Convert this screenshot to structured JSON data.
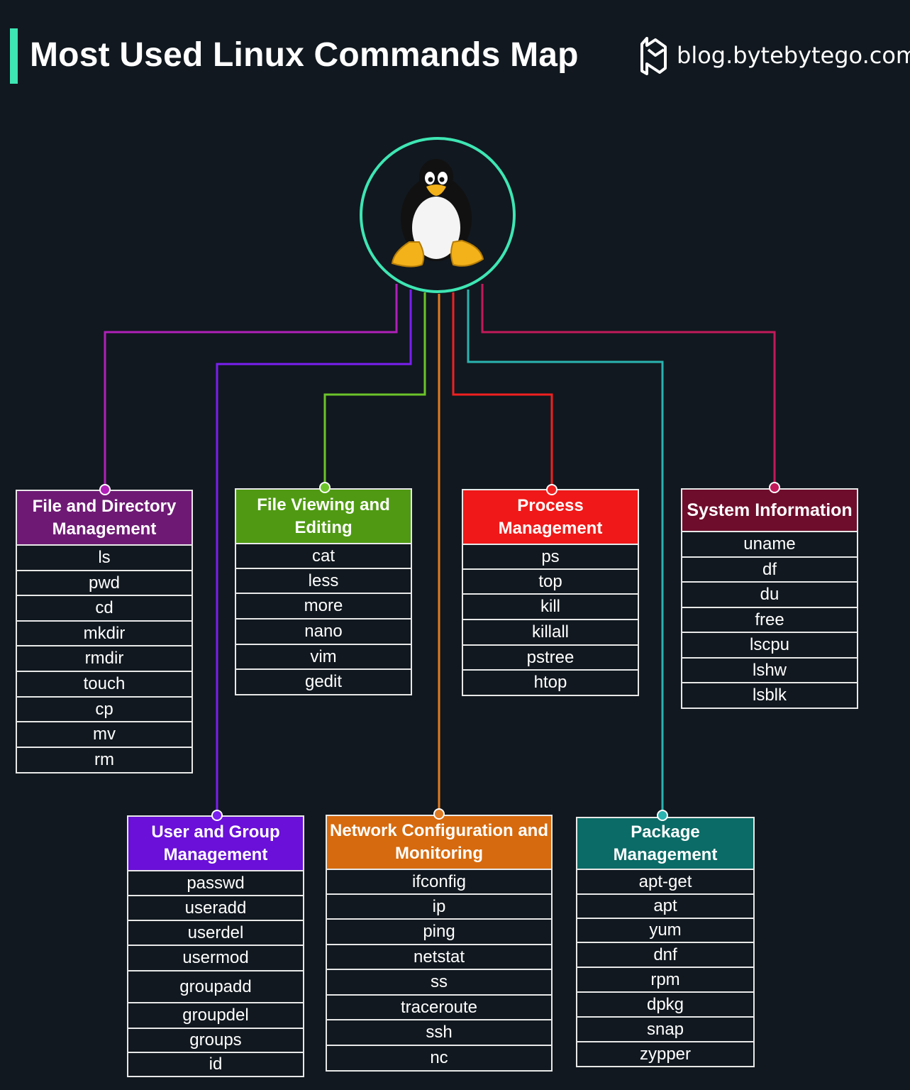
{
  "header": {
    "title": "Most Used Linux Commands Map",
    "brand": "blog.bytebytego.com"
  },
  "hub": {
    "icon": "tux-penguin-icon"
  },
  "categories": [
    {
      "id": "file-dir",
      "title": "File and Directory Management",
      "color": "#6e1a74",
      "items": [
        "ls",
        "pwd",
        "cd",
        "mkdir",
        "rmdir",
        "touch",
        "cp",
        "mv",
        "rm"
      ]
    },
    {
      "id": "file-view",
      "title": "File Viewing and Editing",
      "color": "#4f9a12",
      "items": [
        "cat",
        "less",
        "more",
        "nano",
        "vim",
        "gedit"
      ]
    },
    {
      "id": "process",
      "title": "Process Management",
      "color": "#f01818",
      "items": [
        "ps",
        "top",
        "kill",
        "killall",
        "pstree",
        "htop"
      ]
    },
    {
      "id": "sysinfo",
      "title": "System Information",
      "color": "#6e0d2c",
      "items": [
        "uname",
        "df",
        "du",
        "free",
        "lscpu",
        "lshw",
        "lsblk"
      ]
    },
    {
      "id": "user-group",
      "title": "User and Group Management",
      "color": "#6a10d8",
      "items": [
        "passwd",
        "useradd",
        "userdel",
        "usermod",
        "groupadd",
        "groupdel",
        "groups",
        "id"
      ]
    },
    {
      "id": "network",
      "title": "Network Configuration and Monitoring",
      "color": "#d66a0e",
      "items": [
        "ifconfig",
        "ip",
        "ping",
        "netstat",
        "ss",
        "traceroute",
        "ssh",
        "nc"
      ]
    },
    {
      "id": "package",
      "title": "Package Management",
      "color": "#0b6b66",
      "items": [
        "apt-get",
        "apt",
        "yum",
        "dnf",
        "rpm",
        "dpkg",
        "snap",
        "zypper"
      ]
    }
  ],
  "wire_colors": {
    "file-dir": "#b020b8",
    "user-group": "#7a1ff0",
    "file-view": "#6cc42a",
    "network": "#e07a22",
    "process": "#f02020",
    "package": "#2ab3b0",
    "sysinfo": "#c21a5a"
  }
}
